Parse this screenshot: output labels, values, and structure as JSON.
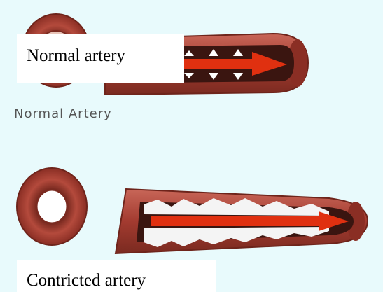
{
  "labels": {
    "normal_box": "Normal artery",
    "normal_caption": "Normal Artery",
    "constricted_box": "Contricted artery"
  },
  "colors": {
    "background": "#e8fafc",
    "artery_wall": "#a33b30",
    "artery_dark": "#7a2a20",
    "artery_light": "#c86658",
    "lumen": "#3a1510",
    "flow_arrow": "#e03010",
    "plaque": "#f4f4f4"
  },
  "icons": [
    "normal-artery-cross-section-icon",
    "normal-artery-longitudinal-icon",
    "constricted-artery-cross-section-icon",
    "constricted-artery-longitudinal-icon",
    "blood-flow-arrow-icon",
    "pressure-arrow-icon"
  ]
}
